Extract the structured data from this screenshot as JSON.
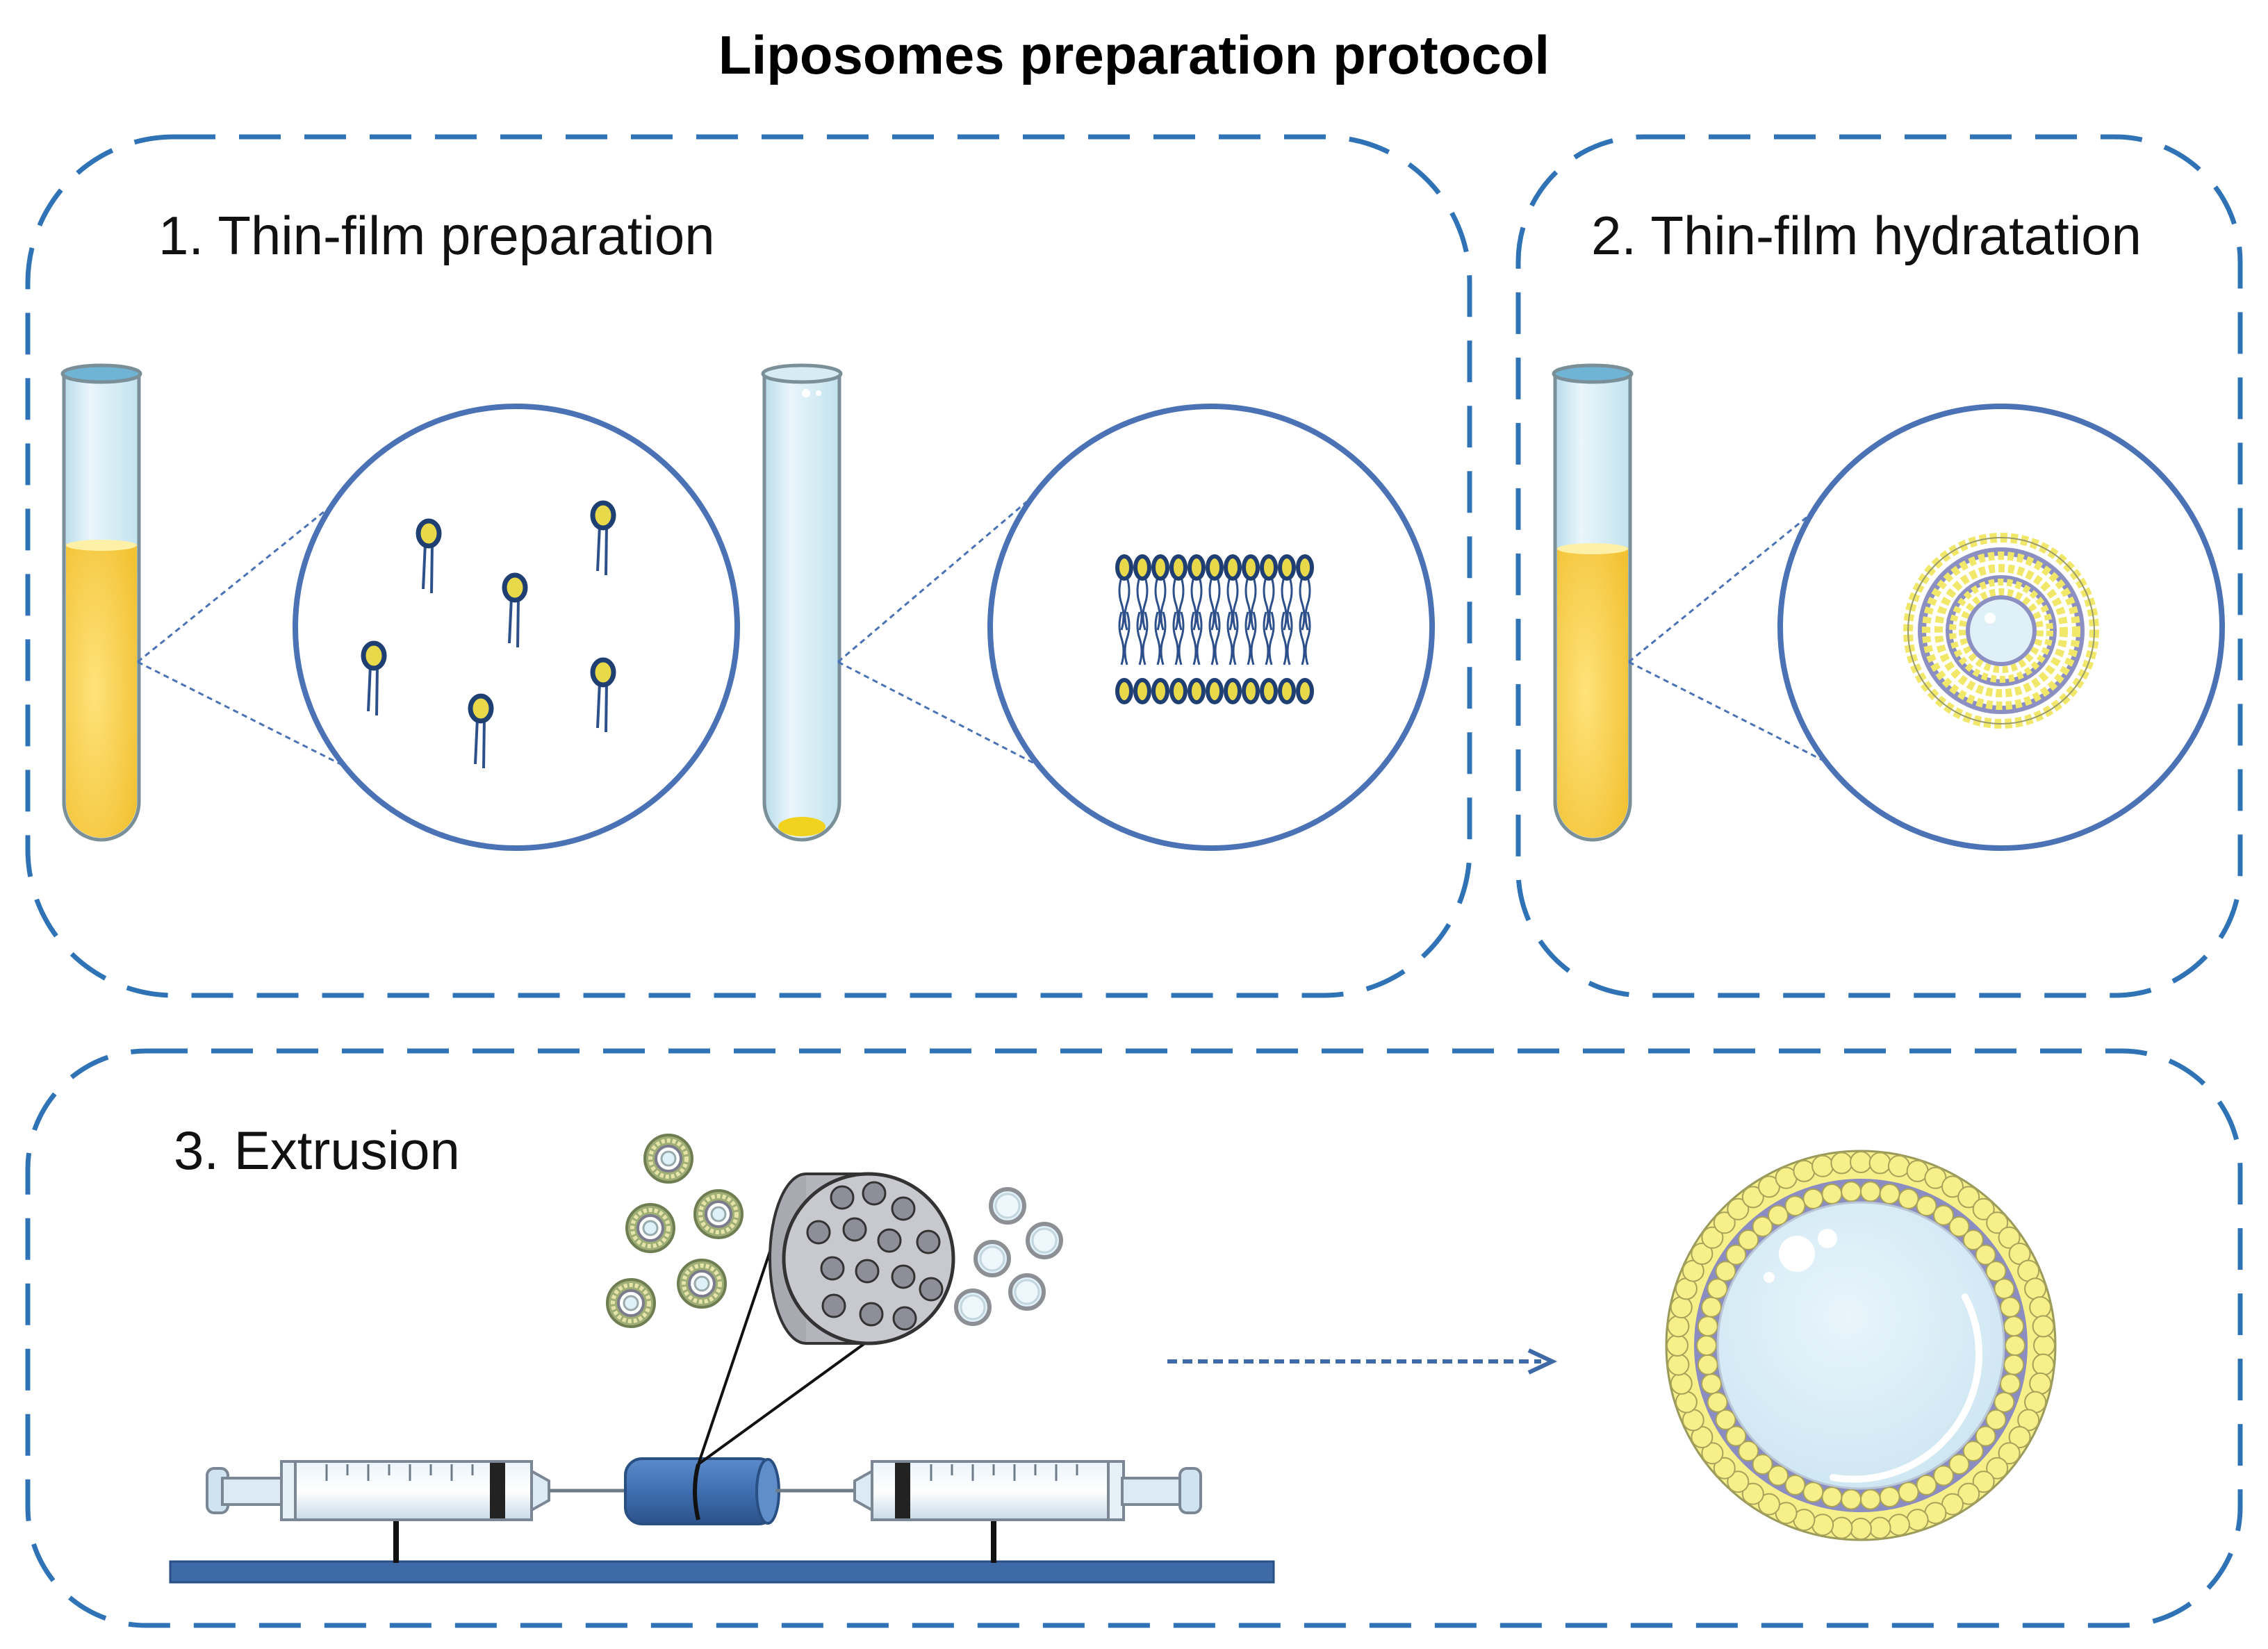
{
  "title": "Liposomes preparation protocol",
  "panels": [
    {
      "id": "thin-film-preparation",
      "label": "1. Thin-film preparation"
    },
    {
      "id": "thin-film-hydratation",
      "label": "2. Thin-film hydratation"
    },
    {
      "id": "extrusion",
      "label": "3. Extrusion"
    }
  ],
  "colors": {
    "panel_border": "#2f73b6",
    "magnifier": "#4a72b5",
    "lipid_head": "#e8d94a",
    "lipid_outline": "#1f3f72",
    "lipid_tail": "#2d4f8a",
    "solution": "#f7cf47",
    "tube_glass": "#d8eef7",
    "liposome_core": "#dff0f8",
    "liposome_ring": "#8b8cc2",
    "liposome_head": "#f6ef8a",
    "extruder": "#3f6fb0",
    "support_bar": "#3e6aa8",
    "filter_disc": "#b7b7bf",
    "arrow": "#3e6aa8"
  }
}
